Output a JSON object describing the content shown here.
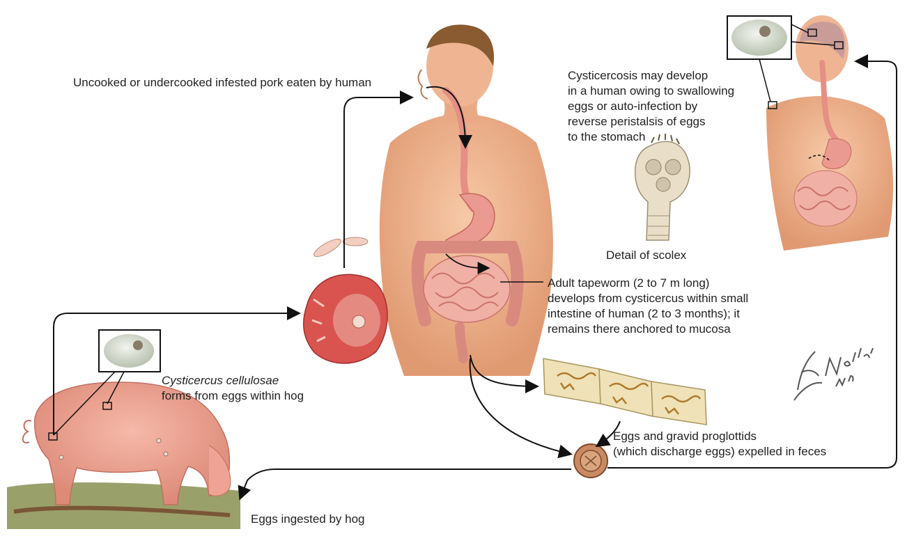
{
  "labels": {
    "pork_eaten": "Uncooked or undercooked infested pork eaten by human",
    "cysticercosis": [
      "Cysticercosis may develop",
      "in a human owing to swallowing",
      "eggs or auto-infection by",
      "reverse peristalsis of eggs",
      "to the stomach"
    ],
    "scolex": "Detail of scolex",
    "adult": [
      "Adult tapeworm (2 to 7 m long)",
      "develops from cysticercus within small",
      "intestine of human (2 to 3 months); it",
      "remains there anchored to mucosa"
    ],
    "cysticercus_name": "Cysticercus cellulosae",
    "cysticercus_desc": "forms from eggs within hog",
    "eggs_expelled": [
      "Eggs and gravid proglottids",
      "(which discharge eggs) expelled in feces"
    ],
    "eggs_ingested": "Eggs ingested by hog"
  },
  "signature": "F. Netter M.D.",
  "colors": {
    "skin": "#f2b38e",
    "skin_shadow": "#d98a63",
    "intestine": "#e8a39a",
    "pig": "#f0a596",
    "meat": "#d9534f",
    "arrow": "#111111"
  }
}
